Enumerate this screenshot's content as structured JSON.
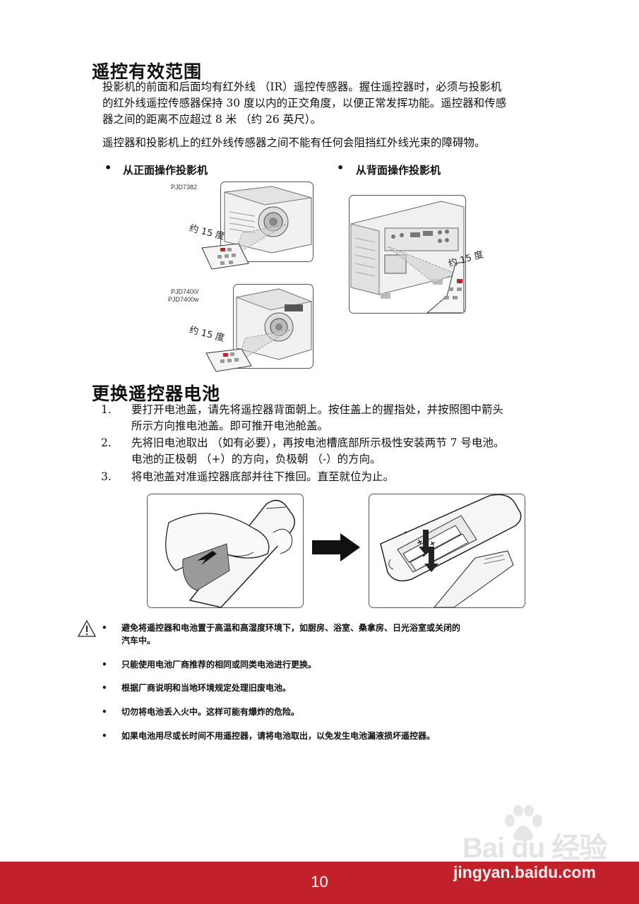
{
  "section1": {
    "title": "遥控有效范围",
    "para1_lines": [
      "投影机的前面和后面均有红外线 （IR）遥控传感器。握住遥控器时，必须与投影机",
      "的红外线遥控传感器保持 30 度以内的正交角度，以便正常发挥功能。遥控器和传感",
      "器之间的距离不应超过 8 米 （约 26 英尺）。"
    ],
    "para2": "遥控器和投影机上的红外线传感器之间不能有任何会阻挡红外线光束的障碍物。",
    "front_heading": "从正面操作投影机",
    "back_heading": "从背面操作投影机",
    "bullet": "•",
    "model_a": "PJD7382",
    "model_b_line1": "PJD7400/",
    "model_b_line2": "PJD7400w",
    "angle_label": "约 15 度"
  },
  "section2": {
    "title": "更换遥控器电池",
    "steps": [
      {
        "num": "1.",
        "lines": [
          "要打开电池盖，请先将遥控器背面朝上。按住盖上的握指处，并按照图中箭头",
          "所示方向推电池盖。即可推开电池舱盖。"
        ]
      },
      {
        "num": "2.",
        "lines": [
          "先将旧电池取出 （如有必要），再按电池槽底部所示极性安装两节 7 号电池。",
          "电池的正极朝 （+）的方向，负极朝 （-）的方向。"
        ]
      },
      {
        "num": "3.",
        "lines": [
          "将电池盖对准遥控器底部并往下推回。直至就位为止。"
        ]
      }
    ],
    "battery_plus": "+",
    "battery_minus": "-"
  },
  "notes": [
    [
      "避免将遥控器和电池置于高温和高湿度环境下，如厨房、浴室、桑拿房、日光浴室或关闭的",
      "汽车中。"
    ],
    [
      "只能使用电池厂商推荐的相同或同类电池进行更换。"
    ],
    [
      "根据厂商说明和当地环境规定处理旧废电池。"
    ],
    [
      "切勿将电池丢入火中。这样可能有爆炸的危险。"
    ],
    [
      "如果电池用尽或长时间不用遥控器，请将电池取出，以免发生电池漏液损坏遥控器。"
    ]
  ],
  "footer": {
    "page_number": "10"
  },
  "watermark": {
    "brand": "Bai du 经验",
    "url": "jingyan.baidu.com"
  },
  "colors": {
    "footer": "#c22129",
    "ir_beam": "#cfcfcf"
  }
}
